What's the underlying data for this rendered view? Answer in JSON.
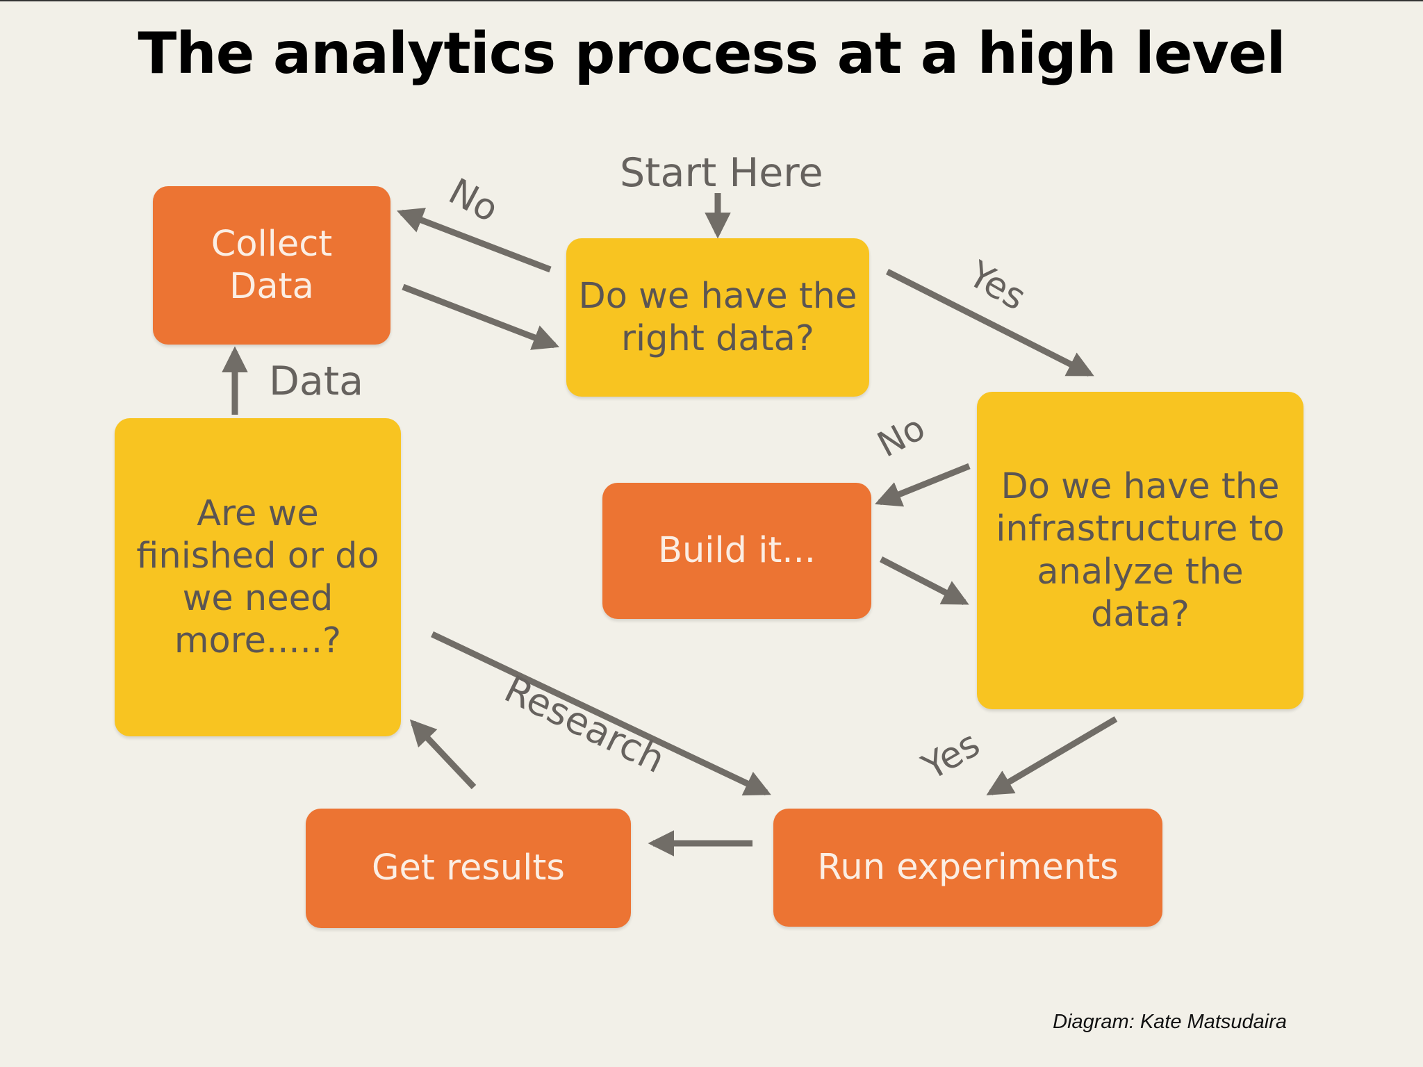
{
  "title": "The analytics process at a high level",
  "nodes": {
    "collect_data": "Collect\nData",
    "right_data": "Do we have the\nright data?",
    "infrastructure": "Do we have the\ninfrastructure to\nanalyze the\ndata?",
    "build_it": "Build it...",
    "finished": "Are we\nfinished or do\nwe need\nmore.....?",
    "run_experiments": "Run experiments",
    "get_results": "Get results"
  },
  "labels": {
    "start": "Start Here",
    "no_top": "No",
    "yes_top": "Yes",
    "no_mid": "No",
    "yes_bottom": "Yes",
    "data": "Data",
    "research": "Research"
  },
  "credit": "Diagram: Kate Matsudaira",
  "colors": {
    "background": "#f2f0e8",
    "action_node": "#ec7433",
    "decision_node": "#f8c421",
    "arrow": "#716d67"
  }
}
